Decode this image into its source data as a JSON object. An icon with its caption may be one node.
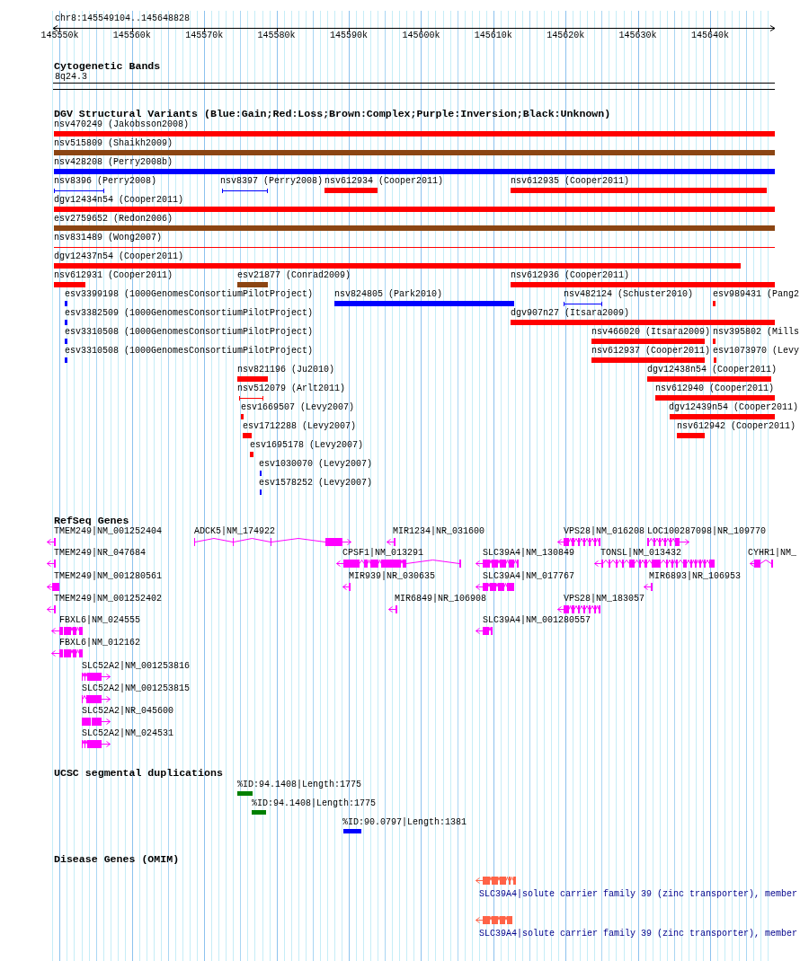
{
  "diagram": {
    "nodes": [
      {
        "text": [
          "8q24.3"
        ]
      },
      {
        "text": [
          "nsv470249 (Jakobsson2008)"
        ]
      },
      {
        "text": [
          "nsv515809 (Shaikh2009)"
        ]
      },
      {
        "text": [
          "nsv428208 (Perry2008b)"
        ]
      },
      {
        "text": [
          "nsv8396 (Perry2008)"
        ]
      },
      {
        "text": [
          "nsv8397 (Perry2008)"
        ]
      },
      {
        "text": [
          "nsv612934 (Cooper2011)"
        ]
      },
      {
        "text": [
          "nsv612935 (Cooper2011)"
        ]
      },
      {
        "text": [
          "dgv12434n54 (Cooper2011)"
        ]
      },
      {
        "text": [
          "esv2759652 (Redon2006)"
        ]
      },
      {
        "text": [
          "nsv831489 (Wong2007)"
        ]
      },
      {
        "text": [
          "dgv12437n54 (Cooper2011)"
        ]
      },
      {
        "text": [
          "nsv612931 (Cooper2011)"
        ]
      },
      {
        "text": [
          "esv21877 (Conrad2009)"
        ]
      },
      {
        "text": [
          "nsv612936 (Cooper2011)"
        ]
      },
      {
        "text": [
          "esv3399198 (1000GenomesConsortiumPilotProject)"
        ]
      },
      {
        "text": [
          "nsv824805 (Park2010)"
        ]
      },
      {
        "text": [
          "nsv482124 (Schuster2010)"
        ]
      },
      {
        "text": [
          "esv989431 (Pang2"
        ]
      },
      {
        "text": [
          "esv3382509 (1000GenomesConsortiumPilotProject)"
        ]
      },
      {
        "text": [
          "dgv907n27 (Itsara2009)"
        ]
      },
      {
        "text": [
          "esv3310508 (1000GenomesConsortiumPilotProject)"
        ]
      },
      {
        "text": [
          "nsv466020 (Itsara2009)"
        ]
      },
      {
        "text": [
          "nsv395802 (Mills"
        ]
      },
      {
        "text": [
          "esv3310508 (1000GenomesConsortiumPilotProject)"
        ]
      },
      {
        "text": [
          "nsv612937 (Cooper2011)"
        ]
      },
      {
        "text": [
          "esv1073970 (Levy"
        ]
      },
      {
        "text": [
          "nsv821196 (Ju2010)"
        ]
      },
      {
        "text": [
          "dgv12438n54 (Cooper2011)"
        ]
      },
      {
        "text": [
          "nsv512079 (Arlt2011)"
        ]
      },
      {
        "text": [
          "nsv612940 (Cooper2011)"
        ]
      },
      {
        "text": [
          "esv1669507 (Levy2007)"
        ]
      },
      {
        "text": [
          "dgv12439n54 (Cooper2011)"
        ]
      },
      {
        "text": [
          "esv1712288 (Levy2007)"
        ]
      },
      {
        "text": [
          "nsv612942 (Cooper2011)"
        ]
      },
      {
        "text": [
          "esv1695178 (Levy2007)"
        ]
      },
      {
        "text": [
          "esv1030070 (Levy2007)"
        ]
      },
      {
        "text": [
          "esv1578252 (Levy2007)"
        ]
      },
      {
        "text": [
          "TMEM249|NM_001252404"
        ]
      },
      {
        "text": [
          "ADCK5|NM_174922"
        ]
      },
      {
        "text": [
          "MIR1234|NR_031600"
        ]
      },
      {
        "text": [
          "VPS28|NM_016208"
        ]
      },
      {
        "text": [
          "LOC100287098|NR_109770"
        ]
      },
      {
        "text": [
          "TMEM249|NR_047684"
        ]
      },
      {
        "text": [
          "CPSF1|NM_013291"
        ]
      },
      {
        "text": [
          "SLC39A4|NM_130849"
        ]
      },
      {
        "text": [
          "TONSL|NM_013432"
        ]
      },
      {
        "text": [
          "CYHR1|NM_"
        ]
      },
      {
        "text": [
          "TMEM249|NM_001280561"
        ]
      },
      {
        "text": [
          "MIR939|NR_030635"
        ]
      },
      {
        "text": [
          "SLC39A4|NM_017767"
        ]
      },
      {
        "text": [
          "MIR6893|NR_106953"
        ]
      },
      {
        "text": [
          "TMEM249|NM_001252402"
        ]
      },
      {
        "text": [
          "MIR6849|NR_106908"
        ]
      },
      {
        "text": [
          "VPS28|NM_183057"
        ]
      },
      {
        "text": [
          "FBXL6|NM_024555"
        ]
      },
      {
        "text": [
          "SLC39A4|NM_001280557"
        ]
      },
      {
        "text": [
          "FBXL6|NM_012162"
        ]
      },
      {
        "text": [
          "SLC52A2|NM_001253816"
        ]
      },
      {
        "text": [
          "SLC52A2|NM_001253815"
        ]
      },
      {
        "text": [
          "SLC52A2|NR_045600"
        ]
      },
      {
        "text": [
          "SLC52A2|NM_024531"
        ]
      },
      {
        "text": [
          "%ID:94.1408|Length:1775"
        ]
      },
      {
        "text": [
          "%ID:94.1408|Length:1775"
        ]
      },
      {
        "text": [
          "%ID:90.0797|Length:1381"
        ]
      },
      {
        "text": [
          "SLC39A4|solute carrier family 39 (zinc transporter), member"
        ]
      },
      {
        "text": [
          "SLC39A4|solute carrier family 39 (zinc transporter), member"
        ]
      }
    ],
    "labels": [
      "chr8:145549104..145648828",
      "145550k",
      "145560k",
      "145570k",
      "145580k",
      "145590k",
      "145600k",
      "145610k",
      "145620k",
      "145630k",
      "145640k",
      "Cytogenetic Bands",
      "DGV Structural Variants (Blue:Gain;Red:Loss;Brown:Complex;Purple:Inversion;Black:Unknown)",
      "RefSeq Genes",
      "UCSC segmental duplications",
      "Disease Genes (OMIM)"
    ]
  }
}
